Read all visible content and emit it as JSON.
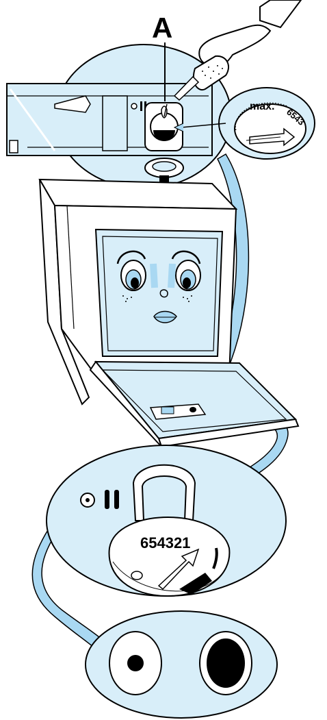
{
  "labels": {
    "callout_a": "A",
    "max_label": "max.",
    "top_dial_numbers": "6543",
    "bottom_dial_numbers": "654321"
  },
  "colors": {
    "light_blue": "#d8eef9",
    "mid_blue": "#a9d8f2",
    "line": "#000000"
  }
}
